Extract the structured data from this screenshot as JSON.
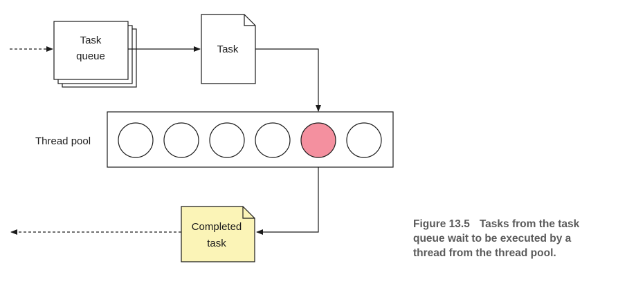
{
  "diagram": {
    "task_queue_label_line1": "Task",
    "task_queue_label_line2": "queue",
    "task_label": "Task",
    "thread_pool_label": "Thread pool",
    "completed_task_line1": "Completed",
    "completed_task_line2": "task",
    "thread_count": 6,
    "active_thread_index": 4,
    "colors": {
      "active_thread": "#f4909f",
      "completed_task_fill": "#fbf4b7",
      "stroke": "#1a1a1a"
    }
  },
  "caption": {
    "number": "Figure 13.5",
    "line1": "Tasks from the task",
    "line2": "queue wait to be executed by a",
    "line3": "thread from the thread pool."
  }
}
